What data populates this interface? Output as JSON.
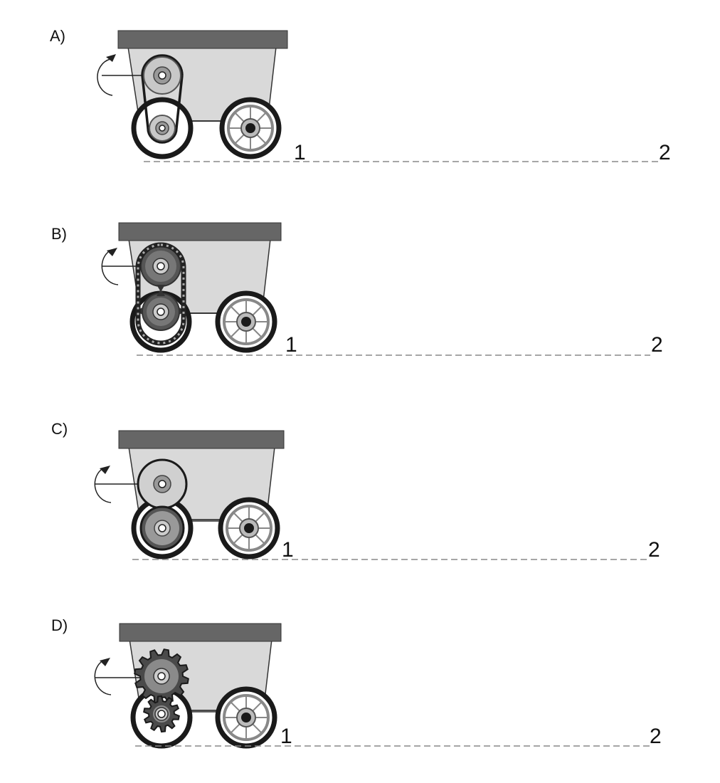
{
  "panels": [
    {
      "label": "A)",
      "drive": "belt",
      "start_label": "1",
      "end_label": "2"
    },
    {
      "label": "B)",
      "drive": "chain",
      "start_label": "1",
      "end_label": "2"
    },
    {
      "label": "C)",
      "drive": "friction-wheels",
      "start_label": "1",
      "end_label": "2"
    },
    {
      "label": "D)",
      "drive": "gears",
      "start_label": "1",
      "end_label": "2"
    }
  ],
  "colors": {
    "cart_body": "#d9d9d9",
    "cart_top": "#666666",
    "outline": "#1a1a1a",
    "dash_line": "#888888"
  }
}
